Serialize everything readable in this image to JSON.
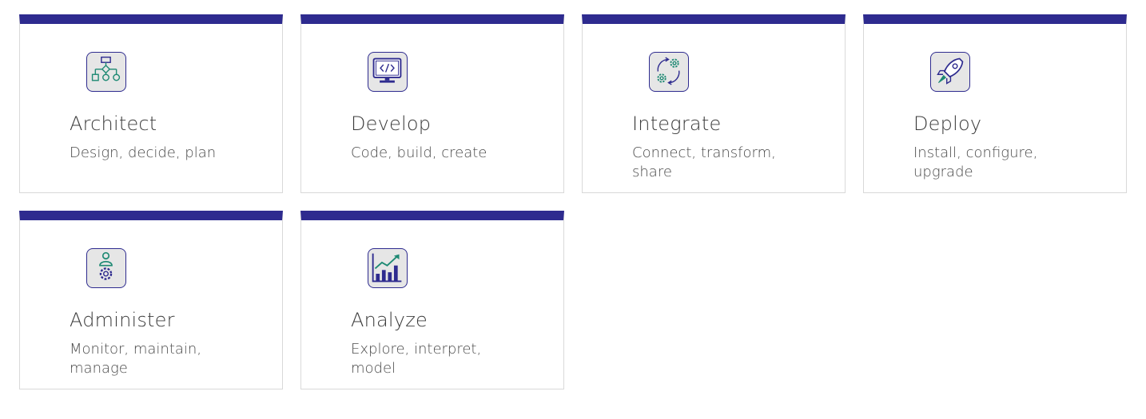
{
  "colors": {
    "accent_bar": "#2e2b8f",
    "icon_border": "#2e2b8f",
    "icon_teal": "#1f8a74",
    "icon_bg": "#e6e6e6"
  },
  "cards": [
    {
      "title": "Architect",
      "description": "Design, decide, plan",
      "icon": "flowchart-icon"
    },
    {
      "title": "Develop",
      "description": "Code, build, create",
      "icon": "code-monitor-icon"
    },
    {
      "title": "Integrate",
      "description": "Connect, transform, share",
      "icon": "gears-sync-icon"
    },
    {
      "title": "Deploy",
      "description": "Install, configure, upgrade",
      "icon": "rocket-icon"
    },
    {
      "title": "Administer",
      "description": "Monitor, maintain, manage",
      "icon": "admin-gear-icon"
    },
    {
      "title": "Analyze",
      "description": "Explore, interpret, model",
      "icon": "chart-growth-icon"
    }
  ]
}
